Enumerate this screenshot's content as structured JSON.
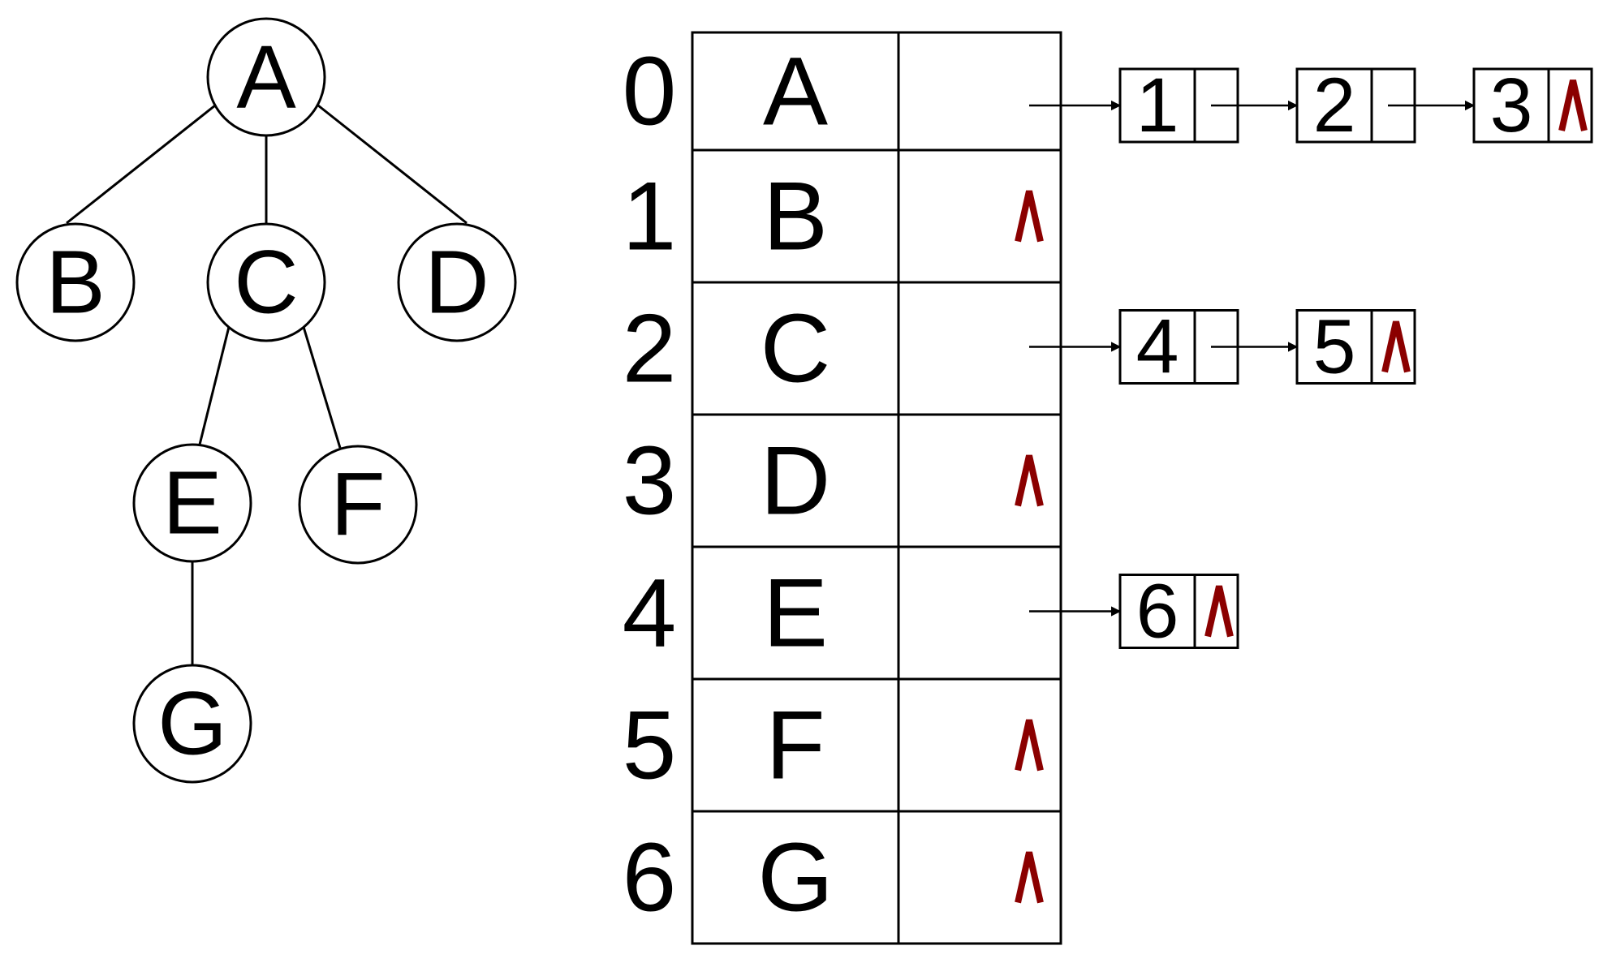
{
  "tree": {
    "nodes": [
      {
        "id": "A",
        "label": "A"
      },
      {
        "id": "B",
        "label": "B"
      },
      {
        "id": "C",
        "label": "C"
      },
      {
        "id": "D",
        "label": "D"
      },
      {
        "id": "E",
        "label": "E"
      },
      {
        "id": "F",
        "label": "F"
      },
      {
        "id": "G",
        "label": "G"
      }
    ],
    "edges": [
      [
        "A",
        "B"
      ],
      [
        "A",
        "C"
      ],
      [
        "A",
        "D"
      ],
      [
        "C",
        "E"
      ],
      [
        "C",
        "F"
      ],
      [
        "E",
        "G"
      ]
    ]
  },
  "table": {
    "rows": [
      {
        "index": "0",
        "data": "A",
        "children": [
          "1",
          "2",
          "3"
        ]
      },
      {
        "index": "1",
        "data": "B",
        "children": []
      },
      {
        "index": "2",
        "data": "C",
        "children": [
          "4",
          "5"
        ]
      },
      {
        "index": "3",
        "data": "D",
        "children": []
      },
      {
        "index": "4",
        "data": "E",
        "children": [
          "6"
        ]
      },
      {
        "index": "5",
        "data": "F",
        "children": []
      },
      {
        "index": "6",
        "data": "G",
        "children": []
      }
    ]
  },
  "colors": {
    "null_marker": "#8b0000",
    "line": "#000000"
  }
}
